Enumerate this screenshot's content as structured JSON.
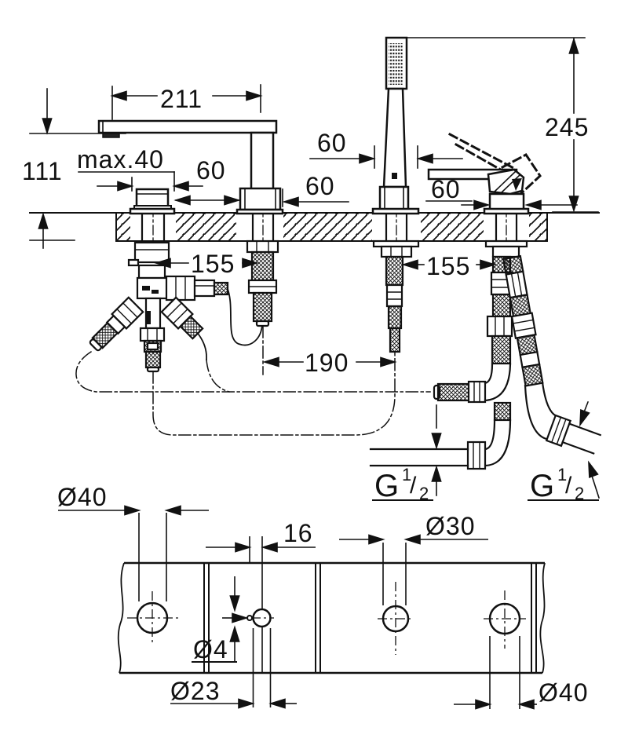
{
  "elevation": {
    "spout_reach": "211",
    "spout_height": "111",
    "max_deck": "max.40",
    "gap_knob_spout": "60",
    "esc_spout": "60",
    "esc_shower": "60",
    "esc_lever": "60",
    "overall_height": "245",
    "dist_knob_spout": "155",
    "dist_shower_lever": "155",
    "dist_spout_shower": "190",
    "thread_left": {
      "g": "G",
      "sup": "1",
      "slash": "/",
      "sub": "2"
    },
    "thread_right": {
      "g": "G",
      "sup": "1",
      "slash": "/",
      "sub": "2"
    }
  },
  "plan": {
    "hole_knob": "Ø40",
    "pin_offset": "16",
    "hole_shower": "Ø30",
    "hole_pin": "Ø4",
    "hole_spout": "Ø23",
    "hole_lever": "Ø40"
  }
}
